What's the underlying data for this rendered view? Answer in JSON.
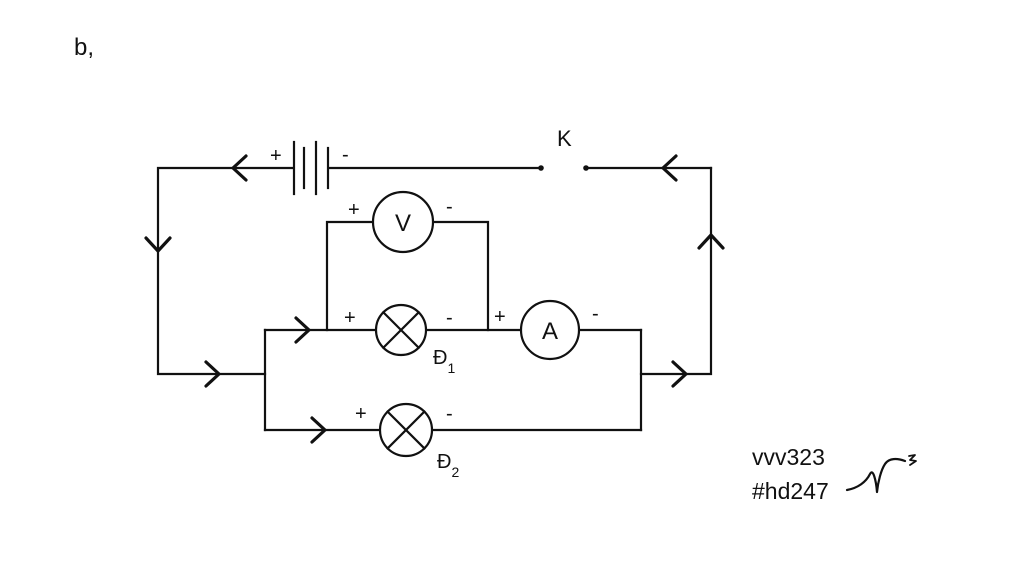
{
  "part_label": "b,",
  "switch_label": "K",
  "battery": {
    "plus": "+",
    "minus": "-"
  },
  "voltmeter": {
    "symbol": "V",
    "plus": "+",
    "minus": "-"
  },
  "ammeter": {
    "symbol": "A",
    "plus": "+",
    "minus": "-"
  },
  "lamp1": {
    "name": "Đ",
    "sub": "1",
    "plus": "+",
    "minus": "-"
  },
  "lamp2": {
    "name": "Đ",
    "sub": "2",
    "plus": "+",
    "minus": "-"
  },
  "watermark": {
    "line1": "vvv323",
    "line2": "#hd247"
  }
}
